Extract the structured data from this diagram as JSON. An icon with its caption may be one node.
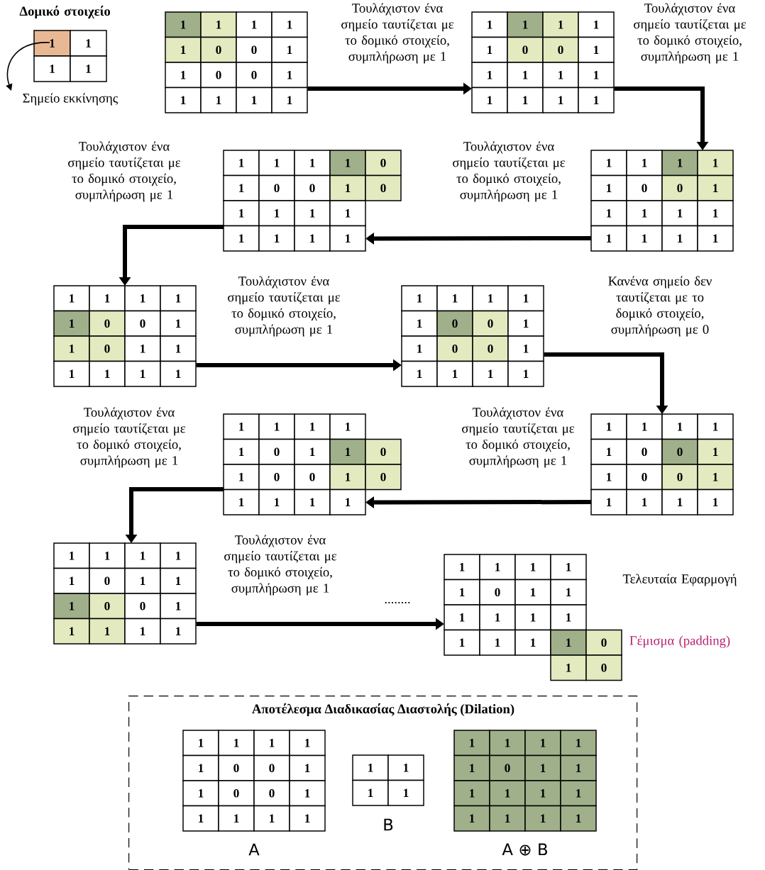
{
  "diagram": {
    "nodes": [
      {
        "text": [
          "1",
          "1",
          "1",
          "1"
        ],
        "beside": [
          "Δομικό στοιχείο"
        ]
      },
      {
        "text": [
          "Σημείο εκκίνησης"
        ]
      },
      {
        "text": [
          "1",
          "1",
          "1",
          "1",
          "1",
          "0",
          "0",
          "1",
          "1",
          "0",
          "0",
          "1",
          "1",
          "1",
          "1",
          "1"
        ]
      },
      {
        "text": [
          "1",
          "1",
          "1",
          "1",
          "1",
          "0",
          "0",
          "1",
          "1",
          "1",
          "1",
          "1",
          "1",
          "1",
          "1",
          "1"
        ]
      },
      {
        "text": [
          "1",
          "1",
          "1",
          "1",
          "1",
          "0",
          "0",
          "1",
          "1",
          "1",
          "1",
          "1",
          "1",
          "1",
          "1",
          "1"
        ]
      },
      {
        "text": [
          "1",
          "1",
          "1",
          "1",
          "0",
          "1",
          "0",
          "0",
          "1",
          "0",
          "1",
          "1",
          "1",
          "1",
          "1",
          "1",
          "1",
          "1"
        ]
      },
      {
        "text": [
          "1",
          "1",
          "1",
          "1",
          "1",
          "0",
          "0",
          "1",
          "1",
          "0",
          "1",
          "1",
          "1",
          "1",
          "1",
          "1"
        ]
      },
      {
        "text": [
          "1",
          "1",
          "1",
          "1",
          "1",
          "0",
          "0",
          "1",
          "1",
          "0",
          "0",
          "1",
          "1",
          "1",
          "1",
          "1"
        ]
      },
      {
        "text": [
          "1",
          "1",
          "1",
          "1",
          "1",
          "0",
          "0",
          "1",
          "1",
          "0",
          "0",
          "1",
          "1",
          "1",
          "1",
          "1"
        ]
      },
      {
        "text": [
          "1",
          "1",
          "1",
          "1",
          "1",
          "0",
          "1",
          "1",
          "0",
          "1",
          "0",
          "0",
          "1",
          "0",
          "1",
          "1",
          "1",
          "1"
        ]
      },
      {
        "text": [
          "1",
          "1",
          "1",
          "1",
          "1",
          "0",
          "1",
          "1",
          "1",
          "0",
          "0",
          "1",
          "1",
          "1",
          "1",
          "1"
        ]
      },
      {
        "text": [
          "1",
          "1",
          "1",
          "1",
          "1",
          "0",
          "1",
          "1",
          "1",
          "1",
          "1",
          "1",
          "1",
          "1",
          "1",
          "1",
          "0",
          "1",
          "0"
        ],
        "beside": [
          "Τελευταία Εφαρμογή",
          "Γέμισμα (padding)"
        ]
      },
      {
        "text": [
          "Αποτέλεσμα Διαδικασίας Διαστολής (Dilation)"
        ]
      },
      {
        "text": [
          "1",
          "1",
          "1",
          "1",
          "1",
          "0",
          "0",
          "1",
          "1",
          "0",
          "0",
          "1",
          "1",
          "1",
          "1",
          "1"
        ],
        "in": 12,
        "beside": [
          "A"
        ]
      },
      {
        "text": [
          "1",
          "1",
          "1",
          "1"
        ],
        "in": 12,
        "beside": [
          "B"
        ]
      },
      {
        "text": [
          "1",
          "1",
          "1",
          "1",
          "1",
          "0",
          "1",
          "1",
          "1",
          "1",
          "1",
          "1",
          "1",
          "1",
          "1",
          "1"
        ],
        "in": 12,
        "beside": [
          "A ⊕ B"
        ]
      }
    ],
    "edges": [
      {
        "from": 0,
        "to": 1,
        "arrow": "to"
      },
      {
        "from": 2,
        "to": 3,
        "arrow": "to",
        "label": "Τουλάχιστον ένα σημείο ταυτίζεται με το δομικό στοιχείο, συμπλήρωση με 1"
      },
      {
        "from": 3,
        "to": 4,
        "arrow": "to",
        "label": "Τουλάχιστον ένα σημείο ταυτίζεται με το δομικό στοιχείο, συμπλήρωση με 1"
      },
      {
        "from": 4,
        "to": 5,
        "arrow": "to",
        "label": "Τουλάχιστον ένα σημείο ταυτίζεται με το δομικό στοιχείο, συμπλήρωση με 1"
      },
      {
        "from": 5,
        "to": 6,
        "arrow": "to",
        "label": "Τουλάχιστον ένα σημείο ταυτίζεται με το δομικό στοιχείο, συμπλήρωση με 1"
      },
      {
        "from": 6,
        "to": 7,
        "arrow": "to",
        "label": "Τουλάχιστον ένα σημείο ταυτίζεται με το δομικό στοιχείο, συμπλήρωση με 1"
      },
      {
        "from": 7,
        "to": 8,
        "arrow": "to",
        "label": "Κανένα σημείο δεν ταυτίζεται με το δομικό στοιχείο, συμπλήρωση με 0"
      },
      {
        "from": 8,
        "to": 9,
        "arrow": "to",
        "label": "Τουλάχιστον ένα σημείο ταυτίζεται με το δομικό στοιχείο, συμπλήρωση με 1"
      },
      {
        "from": 9,
        "to": 10,
        "arrow": "to",
        "label": "Τουλάχιστον ένα σημείο ταυτίζεται με το δομικό στοιχείο, συμπλήρωση με 1"
      },
      {
        "from": 10,
        "to": 11,
        "arrow": "to",
        "label": "Τουλάχιστον ένα σημείο ταυτίζεται με το δομικό στοιχείο, συμπλήρωση με 1"
      }
    ],
    "labels": [
      "........"
    ]
  }
}
